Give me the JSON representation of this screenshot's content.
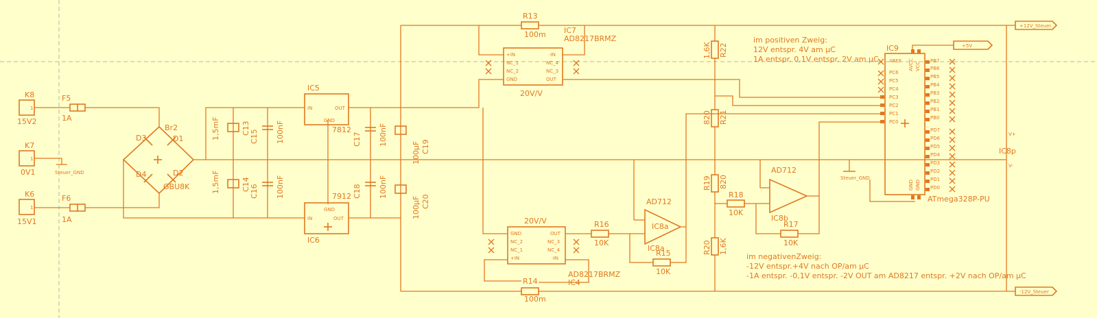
{
  "parts": {
    "K8": {
      "name": "K8",
      "value": "15V2",
      "pin": "1"
    },
    "K7": {
      "name": "K7",
      "value": "0V1",
      "pin": "1"
    },
    "K6": {
      "name": "K6",
      "value": "15V1",
      "pin": "1"
    },
    "F5": {
      "name": "F5",
      "value": "1A"
    },
    "F6": {
      "name": "F6",
      "value": "1A"
    },
    "Br2": {
      "name": "Br2",
      "value": "GBU8K",
      "d1": "D1",
      "d2": "D2",
      "d3": "D3",
      "d4": "D4"
    },
    "C13": {
      "name": "C13",
      "value": "1,5mF"
    },
    "C14": {
      "name": "C14",
      "value": "1,5mF"
    },
    "C15": {
      "name": "C15",
      "value": "100nF"
    },
    "C16": {
      "name": "C16",
      "value": "100nF"
    },
    "C17": {
      "name": "C17",
      "value": "100nF"
    },
    "C18": {
      "name": "C18",
      "value": "100nF"
    },
    "C19": {
      "name": "C19",
      "value": "100µF"
    },
    "C20": {
      "name": "C20",
      "value": "100µF"
    },
    "IC5": {
      "name": "IC5",
      "value": "7812",
      "pin_in": "IN",
      "pin_gnd": "GND",
      "pin_out": "OUT"
    },
    "IC6": {
      "name": "IC6",
      "value": "7912",
      "pin_in": "IN",
      "pin_gnd": "GND",
      "pin_out": "OUT"
    },
    "R13": {
      "name": "R13",
      "value": "100m"
    },
    "R14": {
      "name": "R14",
      "value": "100m"
    },
    "IC7": {
      "name": "IC7",
      "value": "AD8217BRMZ",
      "gain": "20V/V",
      "pins": [
        "+IN",
        "NC_1",
        "NC_2",
        "GND",
        "-IN",
        "NC_4",
        "NC_3",
        "OUT"
      ]
    },
    "IC4": {
      "name": "IC4",
      "value": "AD8217BRMZ",
      "gain": "20V/V",
      "pins": [
        "GND",
        "NC_2",
        "NC_1",
        "+IN",
        "OUT",
        "NC_3",
        "NC_4",
        "-IN"
      ]
    },
    "R22": {
      "name": "R22",
      "value": "1,6K"
    },
    "R21": {
      "name": "R21",
      "value": "820"
    },
    "R19": {
      "name": "R19",
      "value": "820"
    },
    "R20": {
      "name": "R20",
      "value": "1,6K"
    },
    "R15": {
      "name": "R15",
      "value": "10K"
    },
    "R16": {
      "name": "R16",
      "value": "10K"
    },
    "R17": {
      "name": "R17",
      "value": "10K"
    },
    "R18": {
      "name": "R18",
      "value": "10K"
    },
    "IC8a": {
      "name": "IC8a",
      "value": "AD712"
    },
    "IC8b": {
      "name": "IC8b",
      "value": "AD712"
    },
    "IC8p": {
      "name": "IC8p",
      "vplus": "V+",
      "vminus": "V-"
    },
    "IC9": {
      "name": "IC9",
      "value": "ATmega328P-PU",
      "left_pins": [
        "AREF",
        "PC6",
        "PC5",
        "PC4",
        "PC3",
        "PC2",
        "PC1",
        "PC0",
        "GND",
        "GND"
      ],
      "top_pins": [
        "AVCC",
        "VCC"
      ],
      "right_pins": [
        "PB7",
        "PB6",
        "PB5",
        "PB4",
        "PB3",
        "PB2",
        "PB1",
        "PB0",
        "PD7",
        "PD6",
        "PD5",
        "PD4",
        "PD3",
        "PD2",
        "PD1",
        "PD0"
      ]
    }
  },
  "nets": {
    "steuer_gnd": "Steuer_GND",
    "plus12": "+12V_Steuer",
    "minus12": "-12V_Steuer",
    "plus5": "+5V"
  },
  "notes": {
    "pos_title": "im positiven Zweig:",
    "pos_line1": "12V entspr. 4V am µC",
    "pos_line2": "1A entspr. 0,1V entspr. 2V am µC",
    "neg_title": "im negativenZweig:",
    "neg_line1": "-12V entspr.+4V nach OP/am µC",
    "neg_line2": "-1A entspr. -0,1V entspr. -2V OUT am AD8217 entspr. +2V nach OP/am µC"
  },
  "colors": {
    "background": "#FFFFCC",
    "wire": "#E07820",
    "grid": "#B7B7A0"
  }
}
